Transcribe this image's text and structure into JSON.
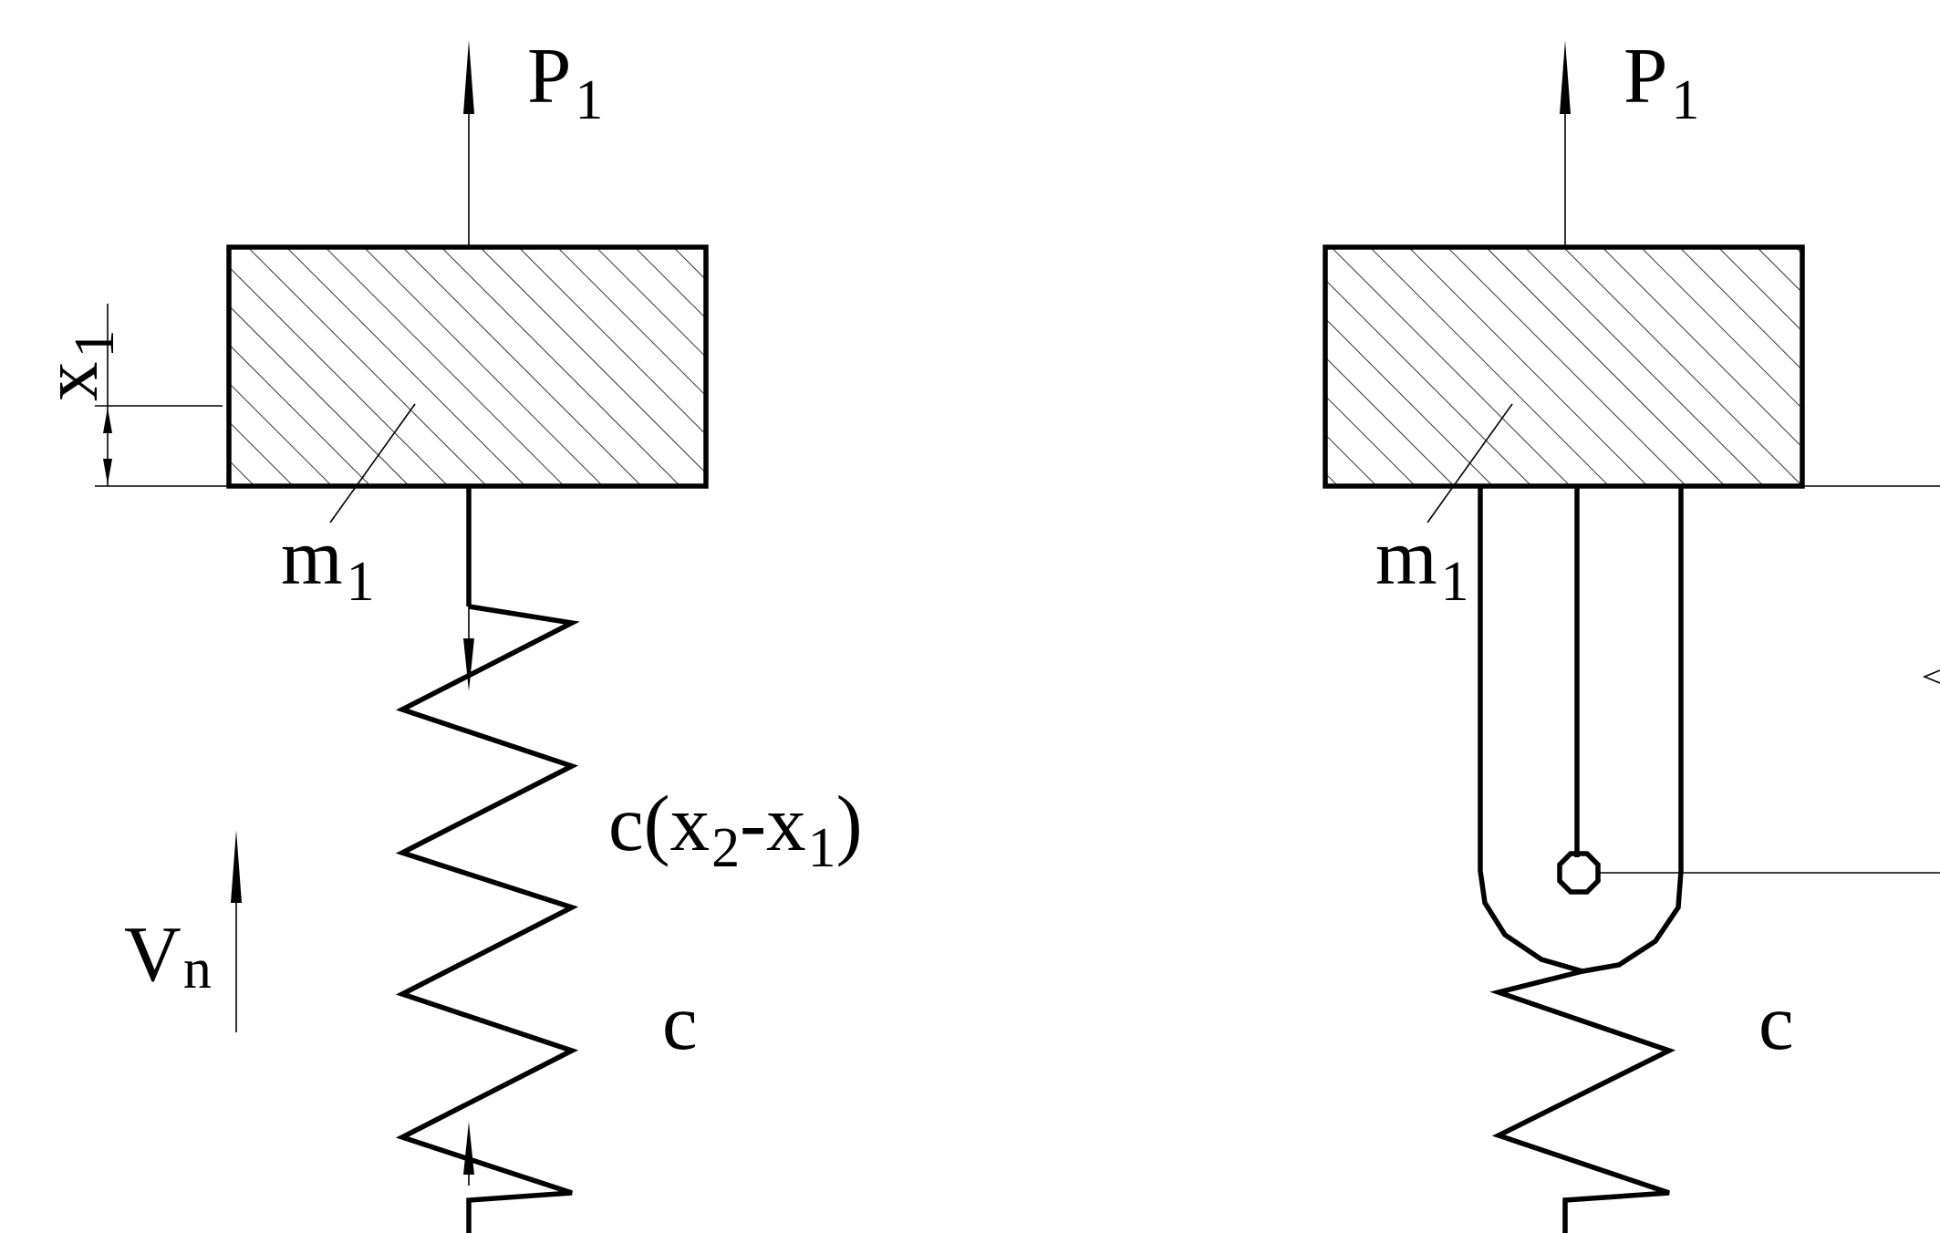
{
  "colors": {
    "ink": "#000000",
    "background": "#ffffff"
  },
  "left": {
    "force_label": {
      "base": "P",
      "sub": "1"
    },
    "mass_label": {
      "base": "m",
      "sub": "1"
    },
    "displacement_label": {
      "base": "x",
      "sub": "1"
    },
    "spring_force_label": {
      "pre": "c(x",
      "sub_a": "2",
      "mid": "-x",
      "sub_b": "1",
      "post": ")"
    },
    "velocity_label": {
      "base": "V",
      "sub": "n"
    },
    "spring_label": "c"
  },
  "right": {
    "force_label": {
      "base": "P",
      "sub": "1"
    },
    "mass_label": {
      "base": "m",
      "sub": "1"
    },
    "spring_label": "c"
  }
}
